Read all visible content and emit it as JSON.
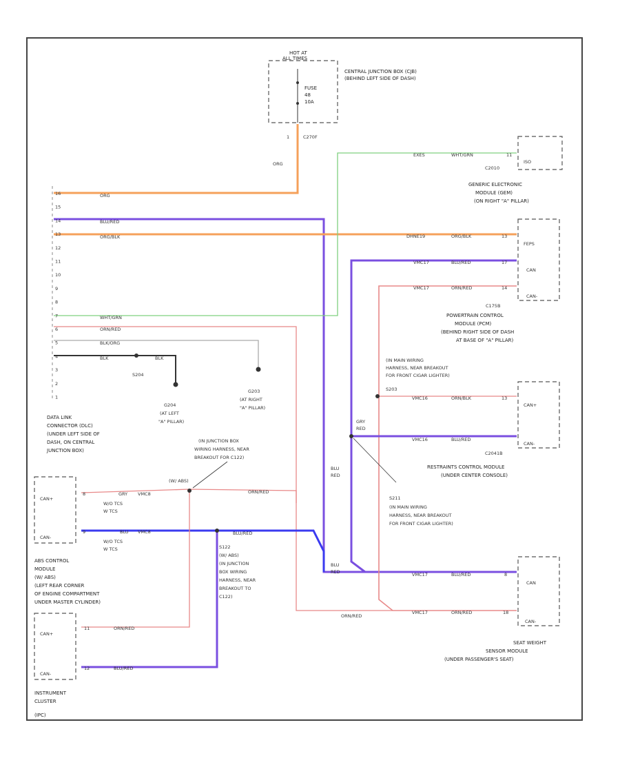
{
  "colors": {
    "orange": "#f5a05a",
    "purple": "#7a4fe0",
    "blue": "#3a3af0",
    "pink": "#e88888",
    "green": "#7fd07f",
    "black": "#333333",
    "box": "#555555"
  },
  "cjb": {
    "hot_label": [
      "HOT AT",
      "ALL TIMES"
    ],
    "fuse_label": [
      "FUSE",
      "48",
      "10A"
    ],
    "desc": [
      "CENTRAL JUNCTION BOX (CJB)",
      "(BEHIND LEFT SIDE OF DASH)"
    ],
    "pin": "1",
    "conn": "C270F",
    "wire": "ORG"
  },
  "gem": {
    "pin_circuit": "EXES",
    "wire": "WHT/GRN",
    "pin": "11",
    "box_label": "ISO",
    "conn": "C2010",
    "desc": [
      "GENERIC ELECTRONIC",
      "MODULE (GEM)",
      "(ON RIGHT \"A\" PILLAR)"
    ]
  },
  "pcm": {
    "rows": [
      {
        "circuit": "DHNE19",
        "wire": "ORG/BLK",
        "pin": "13",
        "label": "FEPS"
      },
      {
        "circuit": "VMC17",
        "wire": "BLU/RED",
        "pin": "17",
        "label": "CAN"
      },
      {
        "circuit": "VMC17",
        "wire": "ORN/RED",
        "pin": "14",
        "label": "CAN-"
      }
    ],
    "conn": "C175B",
    "desc": [
      "POWERTRAIN CONTROL",
      "MODULE (PCM)",
      "(BEHIND RIGHT SIDE OF DASH",
      "AT BASE OF \"A\" PILLAR)"
    ]
  },
  "dlc": {
    "pins": [
      "16",
      "15",
      "14",
      "13",
      "12",
      "11",
      "10",
      "9",
      "8",
      "7",
      "6",
      "5",
      "4",
      "3",
      "2",
      "1"
    ],
    "wires": {
      "orange_top": "ORG",
      "purple": "BLU/RED",
      "orange2": "ORG/BLK",
      "green": "WHT/GRN",
      "pink": "ORN/RED",
      "gray": "BLK/ORG",
      "black": "BLK",
      "black2": "BLK"
    },
    "desc": [
      "DATA LINK",
      "CONNECTOR (DLC)",
      "(UNDER LEFT SIDE OF",
      "DASH, ON CENTRAL",
      "JUNCTION BOX)"
    ]
  },
  "grounds": {
    "s204": "S204",
    "g204": [
      "G204",
      "(AT LEFT",
      "\"A\" PILLAR)"
    ],
    "g203": [
      "G203",
      "(AT RIGHT",
      "\"A\" PILLAR)"
    ]
  },
  "s_splices": {
    "top_note": [
      "(IN MAIN WIRING",
      "HARNESS, NEAR BREAKOUT",
      "FOR FRONT CIGAR LIGHTER)",
      "S203"
    ],
    "s211_label": "S211",
    "s211_note": [
      "(IN MAIN WIRING",
      "HARNESS, NEAR BREAKOUT",
      "FOR FRONT CIGAR LIGHTER)"
    ],
    "grey_tag": [
      "GRY",
      "RED"
    ],
    "blu_red_1": [
      "BLU",
      "RED"
    ],
    "blu_red_2": [
      "BLU",
      "RED"
    ]
  },
  "rcm": {
    "rows": [
      {
        "circuit": "VMC16",
        "wire": "ORN/BLK",
        "pin": "13",
        "label": "CAN+"
      },
      {
        "circuit": "VMC16",
        "wire": "BLU/RED",
        "pin": "",
        "label": "CAN-"
      }
    ],
    "conn": "C2041B",
    "desc": [
      "RESTRAINTS CONTROL MODULE",
      "(UNDER CENTER CONSOLE)"
    ]
  },
  "sws": {
    "rows": [
      {
        "circuit": "VMC17",
        "wire": "BLU/RED",
        "pin": "8",
        "label": "CAN"
      },
      {
        "circuit": "VMC17",
        "wire": "ORN/RED",
        "pin": "18",
        "label": "CAN-"
      }
    ],
    "desc": [
      "SEAT WEIGHT",
      "SENSOR MODULE",
      "(UNDER PASSENGER'S SEAT)"
    ]
  },
  "jb_note": [
    "(IN JUNCTION BOX",
    "WIRING HARNESS, NEAR",
    "BREAKOUT FOR C122)"
  ],
  "abs": {
    "row1": {
      "pin": "8",
      "wire": "GRY",
      "circuit": "VMC8",
      "label": "CAN+"
    },
    "row2": {
      "pin": "9",
      "wire": "BLU",
      "circuit": "VMC8",
      "label": "CAN-"
    },
    "tcs1": [
      "W/O TCS",
      "W TCS"
    ],
    "tcs2": [
      "W/O TCS",
      "W TCS"
    ],
    "tag": "(W/ ABS)",
    "desc": [
      "ABS CONTROL",
      "MODULE",
      "(W/ ABS)",
      "(LEFT REAR CORNER",
      "OF ENGINE COMPARTMENT",
      "UNDER MASTER CYLINDER)"
    ]
  },
  "s122": {
    "wire_orn": "ORN/RED",
    "wire_blu": "BLU/RED",
    "label": [
      "S122",
      "(W/ ABS)",
      "(IN JUNCTION",
      "BOX WIRING",
      "HARNESS, NEAR",
      "BREAKOUT TO",
      "C122)"
    ]
  },
  "ic": {
    "rows": [
      {
        "pin": "11",
        "wire": "ORN/RED",
        "label": "CAN+"
      },
      {
        "pin": "12",
        "wire": "BLU/RED",
        "label": "CAN-"
      }
    ],
    "desc": [
      "INSTRUMENT",
      "CLUSTER",
      "(IPC)"
    ]
  },
  "bottom_orn": "ORN/RED"
}
